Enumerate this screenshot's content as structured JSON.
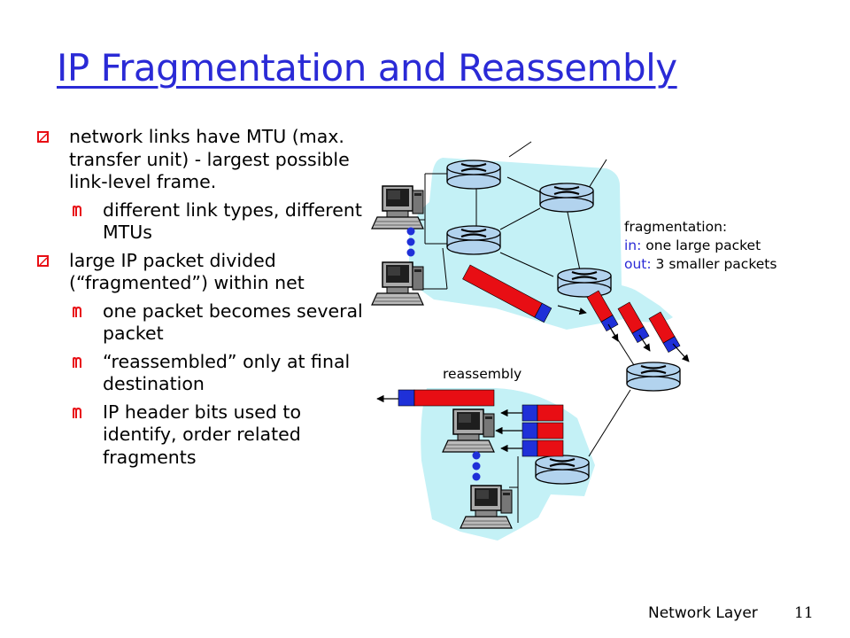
{
  "slide": {
    "title": "IP Fragmentation and Reassembly",
    "footer_label": "Network Layer",
    "page_number": "11"
  },
  "bullets": [
    {
      "level": 1,
      "text": "network links have MTU (max. transfer unit) - largest possible link-level frame."
    },
    {
      "level": 2,
      "text": "different link types, different MTUs"
    },
    {
      "level": 1,
      "text": "large IP packet divided (“fragmented”) within net"
    },
    {
      "level": 2,
      "text": "one packet becomes several packet"
    },
    {
      "level": 2,
      "text": "“reassembled” only at final destination"
    },
    {
      "level": 2,
      "text": "IP header bits used to identify, order related fragments"
    }
  ],
  "diagram": {
    "fragmentation": {
      "heading": "fragmentation:",
      "in_prefix": "in:",
      "in_text": "one large packet",
      "out_prefix": "out:",
      "out_text": "3 smaller packets"
    },
    "reassembly_label": "reassembly"
  },
  "colors": {
    "title": "#2a2ad6",
    "network_cloud": "#c4f1f6",
    "router": "#b2d3ee",
    "packet_data": "#e80e14",
    "packet_header": "#1f30d8",
    "bullet_marker": "#e80e14",
    "dots": "#1f30d8"
  }
}
